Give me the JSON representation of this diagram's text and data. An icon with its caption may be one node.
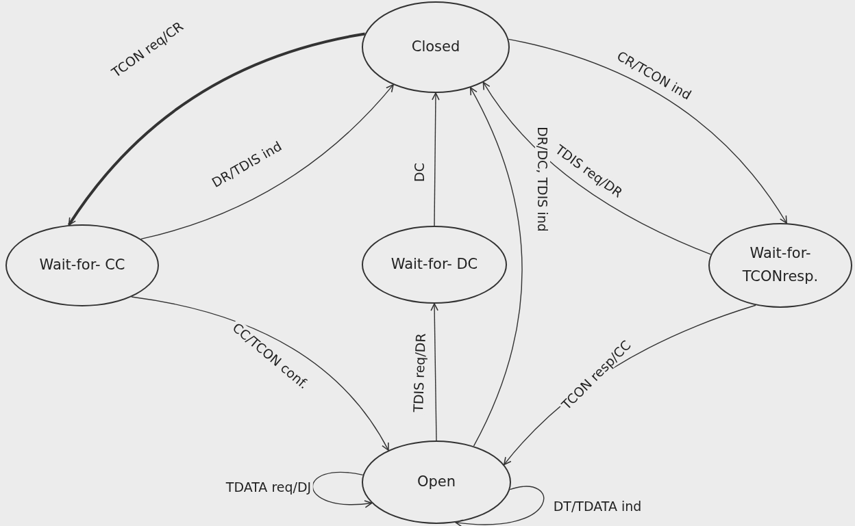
{
  "diagram": {
    "nodes": [
      {
        "text": [
          "Closed"
        ]
      },
      {
        "text": [
          "Wait-for- CC"
        ]
      },
      {
        "text": [
          "Wait-for- DC"
        ]
      },
      {
        "text": [
          "Wait-for- TCONresp."
        ]
      },
      {
        "text": [
          "Open"
        ]
      }
    ],
    "edges": [
      {
        "from": 0,
        "to": 1,
        "arrow": "to",
        "label": "TCON req/CR",
        "style": "thick"
      },
      {
        "from": 1,
        "to": 0,
        "arrow": "to",
        "label": "DR/TDIS ind"
      },
      {
        "from": 0,
        "to": 3,
        "arrow": "to",
        "label": "CR/TCON ind"
      },
      {
        "from": 3,
        "to": 0,
        "arrow": "to",
        "label": "TDIS req/DR"
      },
      {
        "from": 2,
        "to": 0,
        "arrow": "to",
        "label": "DC"
      },
      {
        "from": 4,
        "to": 0,
        "arrow": "to",
        "label": "DR/DC, TDIS ind"
      },
      {
        "from": 4,
        "to": 2,
        "arrow": "to",
        "label": "TDIS req/DR"
      },
      {
        "from": 1,
        "to": 4,
        "arrow": "to",
        "label": "CC/TCON conf."
      },
      {
        "from": 3,
        "to": 4,
        "arrow": "to",
        "label": "TCON resp/CC"
      },
      {
        "from": 4,
        "to": 4,
        "arrow": "to",
        "label": "TDATA req/DJ"
      },
      {
        "from": 4,
        "to": 4,
        "arrow": "to",
        "label": "DT/TDATA ind"
      }
    ]
  }
}
